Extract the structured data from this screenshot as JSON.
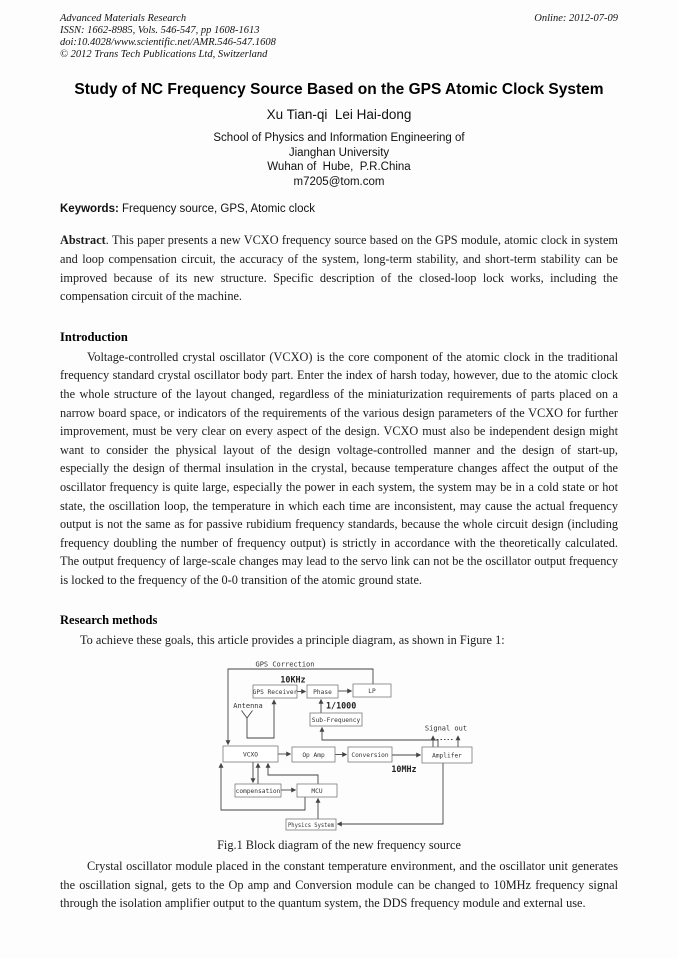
{
  "header": {
    "journal": "Advanced Materials Research",
    "issn_line": "ISSN: 1662-8985, Vols. 546-547, pp 1608-1613",
    "doi_line": "doi:10.4028/www.scientific.net/AMR.546-547.1608",
    "copyright_line": "© 2012 Trans Tech Publications Ltd, Switzerland",
    "online_date": "Online: 2012-07-09"
  },
  "title": "Study of NC Frequency Source Based on the GPS Atomic Clock System",
  "authors": "Xu Tian-qi  Lei Hai-dong",
  "affiliation": [
    "School of Physics and Information Engineering of",
    "Jianghan University",
    "Wuhan of  Hube,  P.R.China",
    "m7205@tom.com"
  ],
  "keywords": {
    "label": "Keywords:",
    "text": " Frequency source, GPS, Atomic clock"
  },
  "abstract": {
    "label": "Abstract",
    "text": ". This paper presents a new VCXO frequency source based on the GPS module, atomic clock in system and loop compensation circuit, the accuracy of the system, long-term stability, and short-term stability can be improved because of its new structure. Specific description of the closed-loop lock works, including the compensation circuit of the machine."
  },
  "introduction": {
    "heading": "Introduction",
    "paragraph": "Voltage-controlled crystal oscillator (VCXO) is the core component of the atomic clock in the traditional frequency standard crystal oscillator body part. Enter the index of harsh today, however, due to the atomic clock the whole structure of the layout changed, regardless of the miniaturization requirements of parts placed on a narrow board space, or indicators of the requirements of the various design parameters of the VCXO for further improvement, must be very clear on every aspect of the design. VCXO must also be independent design might want to consider the physical layout of the design voltage-controlled manner and the design of start-up, especially the design of thermal insulation in the crystal, because temperature changes affect the output of the oscillator frequency is quite large, especially the power in each system, the system may be in a cold state or hot state, the oscillation loop, the temperature in which each time are inconsistent, may cause the actual frequency output is not the same as for passive rubidium frequency standards, because the whole circuit design (including frequency doubling the number of frequency output) is strictly in accordance with the theoretically calculated. The output frequency of large-scale changes may lead to the servo link can not be the oscillator output frequency is locked to the frequency of the 0-0 transition of the atomic ground state."
  },
  "research_methods": {
    "heading": "Research methods",
    "intro_line": "To achieve these goals, this article provides a principle diagram, as shown in Figure 1:",
    "closing_paragraph": "Crystal oscillator module placed in the constant temperature environment, and the oscillator unit generates the oscillation signal, gets to the Op amp and Conversion module can be changed to 10MHz frequency signal through the isolation amplifier output to the quantum system, the DDS frequency module and external use."
  },
  "figure": {
    "caption": "Fig.1 Block diagram of the new frequency source",
    "boxes": [
      {
        "id": "gps-receiver",
        "label": "GPS Receiver"
      },
      {
        "id": "phase",
        "label": "Phase"
      },
      {
        "id": "lp",
        "label": "LP"
      },
      {
        "id": "sub-frequency",
        "label": "Sub-Frequency"
      },
      {
        "id": "vcxo",
        "label": "VCXO"
      },
      {
        "id": "op-amp",
        "label": "Op Amp"
      },
      {
        "id": "conversion",
        "label": "Conversion"
      },
      {
        "id": "amplifier",
        "label": "Amplifer"
      },
      {
        "id": "compensation",
        "label": "compensation"
      },
      {
        "id": "mcu",
        "label": "MCU"
      },
      {
        "id": "physics-system",
        "label": "Physics System"
      }
    ],
    "labels": {
      "gps_correction": "GPS Correction",
      "freq_10khz": "10KHz",
      "antenna": "Antenna",
      "div_1000": "1/1000",
      "signal_out": "Signal out",
      "freq_10mhz": "10MHz"
    }
  }
}
